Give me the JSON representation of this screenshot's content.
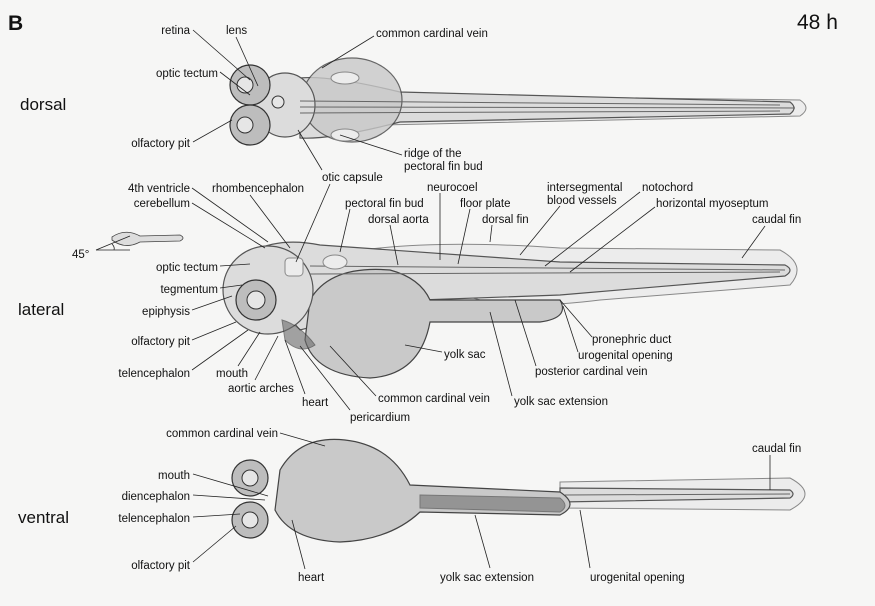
{
  "panel_letter": "B",
  "stage": "48 h",
  "views": {
    "dorsal": "dorsal",
    "lateral": "lateral",
    "ventral": "ventral"
  },
  "orientation_angle": "45°",
  "dorsal_labels": {
    "retina": "retina",
    "lens": "lens",
    "common_cardinal_vein": "common cardinal vein",
    "optic_tectum": "optic tectum",
    "olfactory_pit": "olfactory pit",
    "ridge_line1": "ridge of the",
    "ridge_line2": "pectoral fin bud",
    "otic_capsule": "otic capsule"
  },
  "lateral_labels": {
    "fourth_ventricle": "4th ventricle",
    "cerebellum": "cerebellum",
    "rhombencephalon": "rhombencephalon",
    "pectoral_fin_bud": "pectoral fin bud",
    "dorsal_aorta": "dorsal aorta",
    "neurocoel": "neurocoel",
    "floor_plate": "floor plate",
    "dorsal_fin": "dorsal fin",
    "intersegmental_line1": "intersegmental",
    "intersegmental_line2": "blood vessels",
    "notochord": "notochord",
    "horizontal_myoseptum": "horizontal myoseptum",
    "caudal_fin": "caudal fin",
    "optic_tectum": "optic tectum",
    "tegmentum": "tegmentum",
    "epiphysis": "epiphysis",
    "olfactory_pit": "olfactory pit",
    "telencephalon": "telencephalon",
    "mouth": "mouth",
    "aortic_arches": "aortic arches",
    "heart": "heart",
    "pericardium": "pericardium",
    "common_cardinal_vein": "common cardinal vein",
    "yolk_sac": "yolk sac",
    "yolk_sac_extension": "yolk sac extension",
    "posterior_cardinal_vein": "posterior cardinal vein",
    "urogenital_opening": "urogenital opening",
    "pronephric_duct": "pronephric duct"
  },
  "ventral_labels": {
    "common_cardinal_vein": "common cardinal vein",
    "caudal_fin": "caudal fin",
    "mouth": "mouth",
    "diencephalon": "diencephalon",
    "telencephalon": "telencephalon",
    "olfactory_pit": "olfactory pit",
    "heart": "heart",
    "yolk_sac_extension": "yolk sac extension",
    "urogenital_opening": "urogenital opening"
  }
}
